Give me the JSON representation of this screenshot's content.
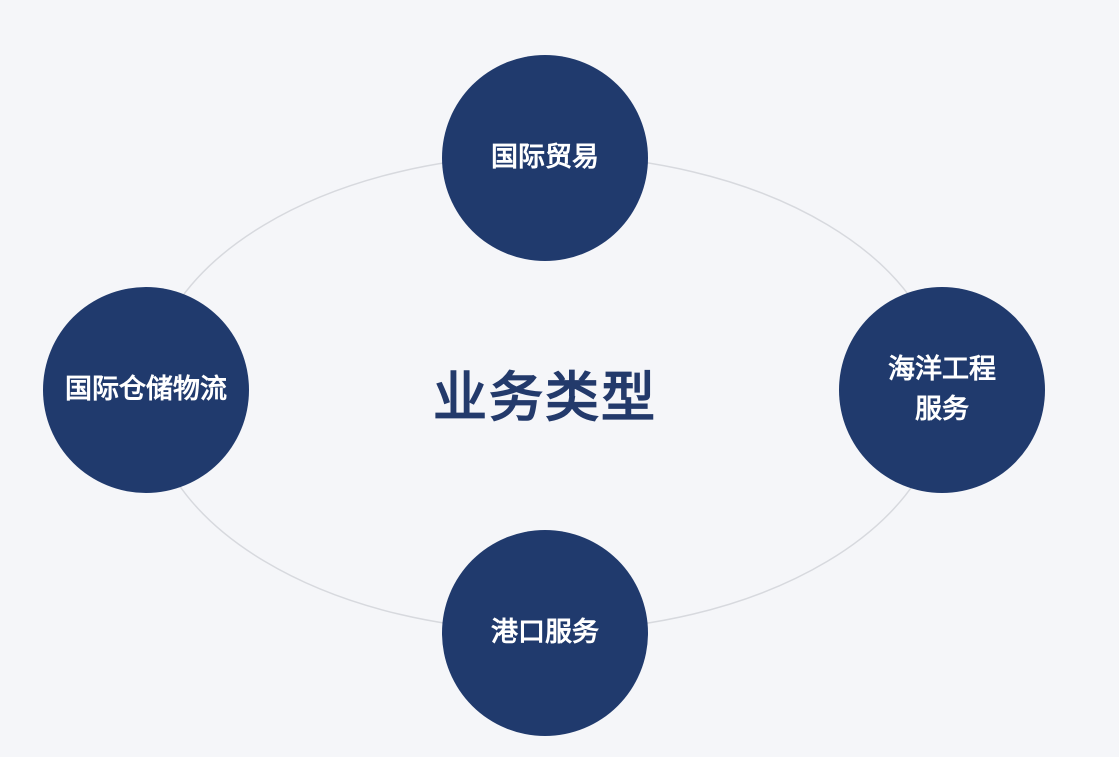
{
  "diagram": {
    "center_title": "业务类型",
    "nodes": [
      {
        "label": "国际贸易"
      },
      {
        "label": "国际仓储物流"
      },
      {
        "label": "海洋工程服务"
      },
      {
        "label": "港口服务"
      }
    ],
    "colors": {
      "background": "#f5f6f9",
      "node_fill": "#203a6d",
      "title_text": "#233a6b",
      "ring_stroke": "#d7d9de"
    }
  }
}
